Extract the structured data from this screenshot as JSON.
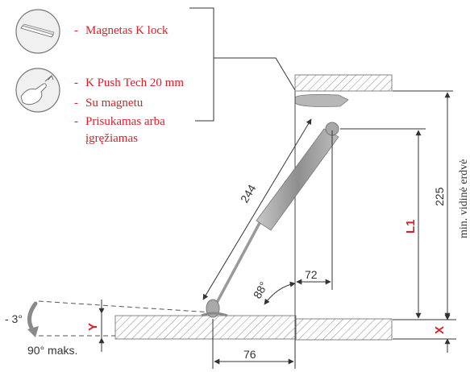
{
  "legend_group_1": {
    "items": [
      "Magnetas K lock"
    ]
  },
  "legend_group_2": {
    "items": [
      "K Push Tech 20 mm",
      "Su magnetu",
      "Prisukamas arba"
    ],
    "continuation": "įgręžiamas"
  },
  "bullet": "-",
  "dimensions": {
    "stay_length": "244",
    "offset_72": "72",
    "height_225": "225",
    "l1": "L1",
    "min_inner_label": "min. vidinė erdvė",
    "angle_88": "88°",
    "tilt": "- 3°",
    "max_opening": "90° maks.",
    "y": "Y",
    "x": "X",
    "base_76": "76"
  },
  "colors": {
    "accent": "#d2232a",
    "line": "#333333",
    "rod": "#9a9a9a"
  }
}
